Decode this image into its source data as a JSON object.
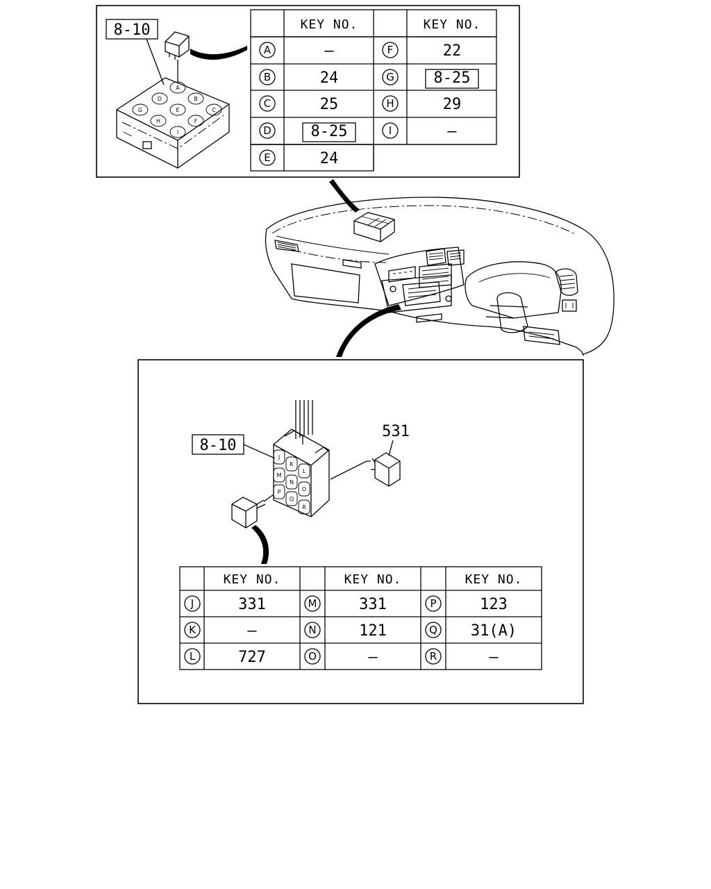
{
  "top_panel": {
    "ref_label": "8-10",
    "header": "KEY NO.",
    "rows_left": [
      {
        "key": "A",
        "value": "–"
      },
      {
        "key": "B",
        "value": "24"
      },
      {
        "key": "C",
        "value": "25"
      },
      {
        "key": "D",
        "value": "8-25",
        "boxed": true
      },
      {
        "key": "E",
        "value": "24"
      }
    ],
    "rows_right": [
      {
        "key": "F",
        "value": "22"
      },
      {
        "key": "G",
        "value": "8-25",
        "boxed": true
      },
      {
        "key": "H",
        "value": "29"
      },
      {
        "key": "I",
        "value": "–"
      }
    ],
    "block_letters": [
      "A",
      "B",
      "C",
      "D",
      "E",
      "F",
      "G",
      "H",
      "I"
    ]
  },
  "bottom_panel": {
    "ref_label": "8-10",
    "part_label": "531",
    "header": "KEY NO.",
    "columns": [
      [
        {
          "key": "J",
          "value": "331"
        },
        {
          "key": "K",
          "value": "—"
        },
        {
          "key": "L",
          "value": "727"
        }
      ],
      [
        {
          "key": "M",
          "value": "331"
        },
        {
          "key": "N",
          "value": "121"
        },
        {
          "key": "O",
          "value": "—"
        }
      ],
      [
        {
          "key": "P",
          "value": "123"
        },
        {
          "key": "Q",
          "value": "31(A)"
        },
        {
          "key": "R",
          "value": "—"
        }
      ]
    ],
    "block_letters": [
      "J",
      "K",
      "L",
      "M",
      "N",
      "O",
      "P",
      "Q",
      "R"
    ]
  }
}
